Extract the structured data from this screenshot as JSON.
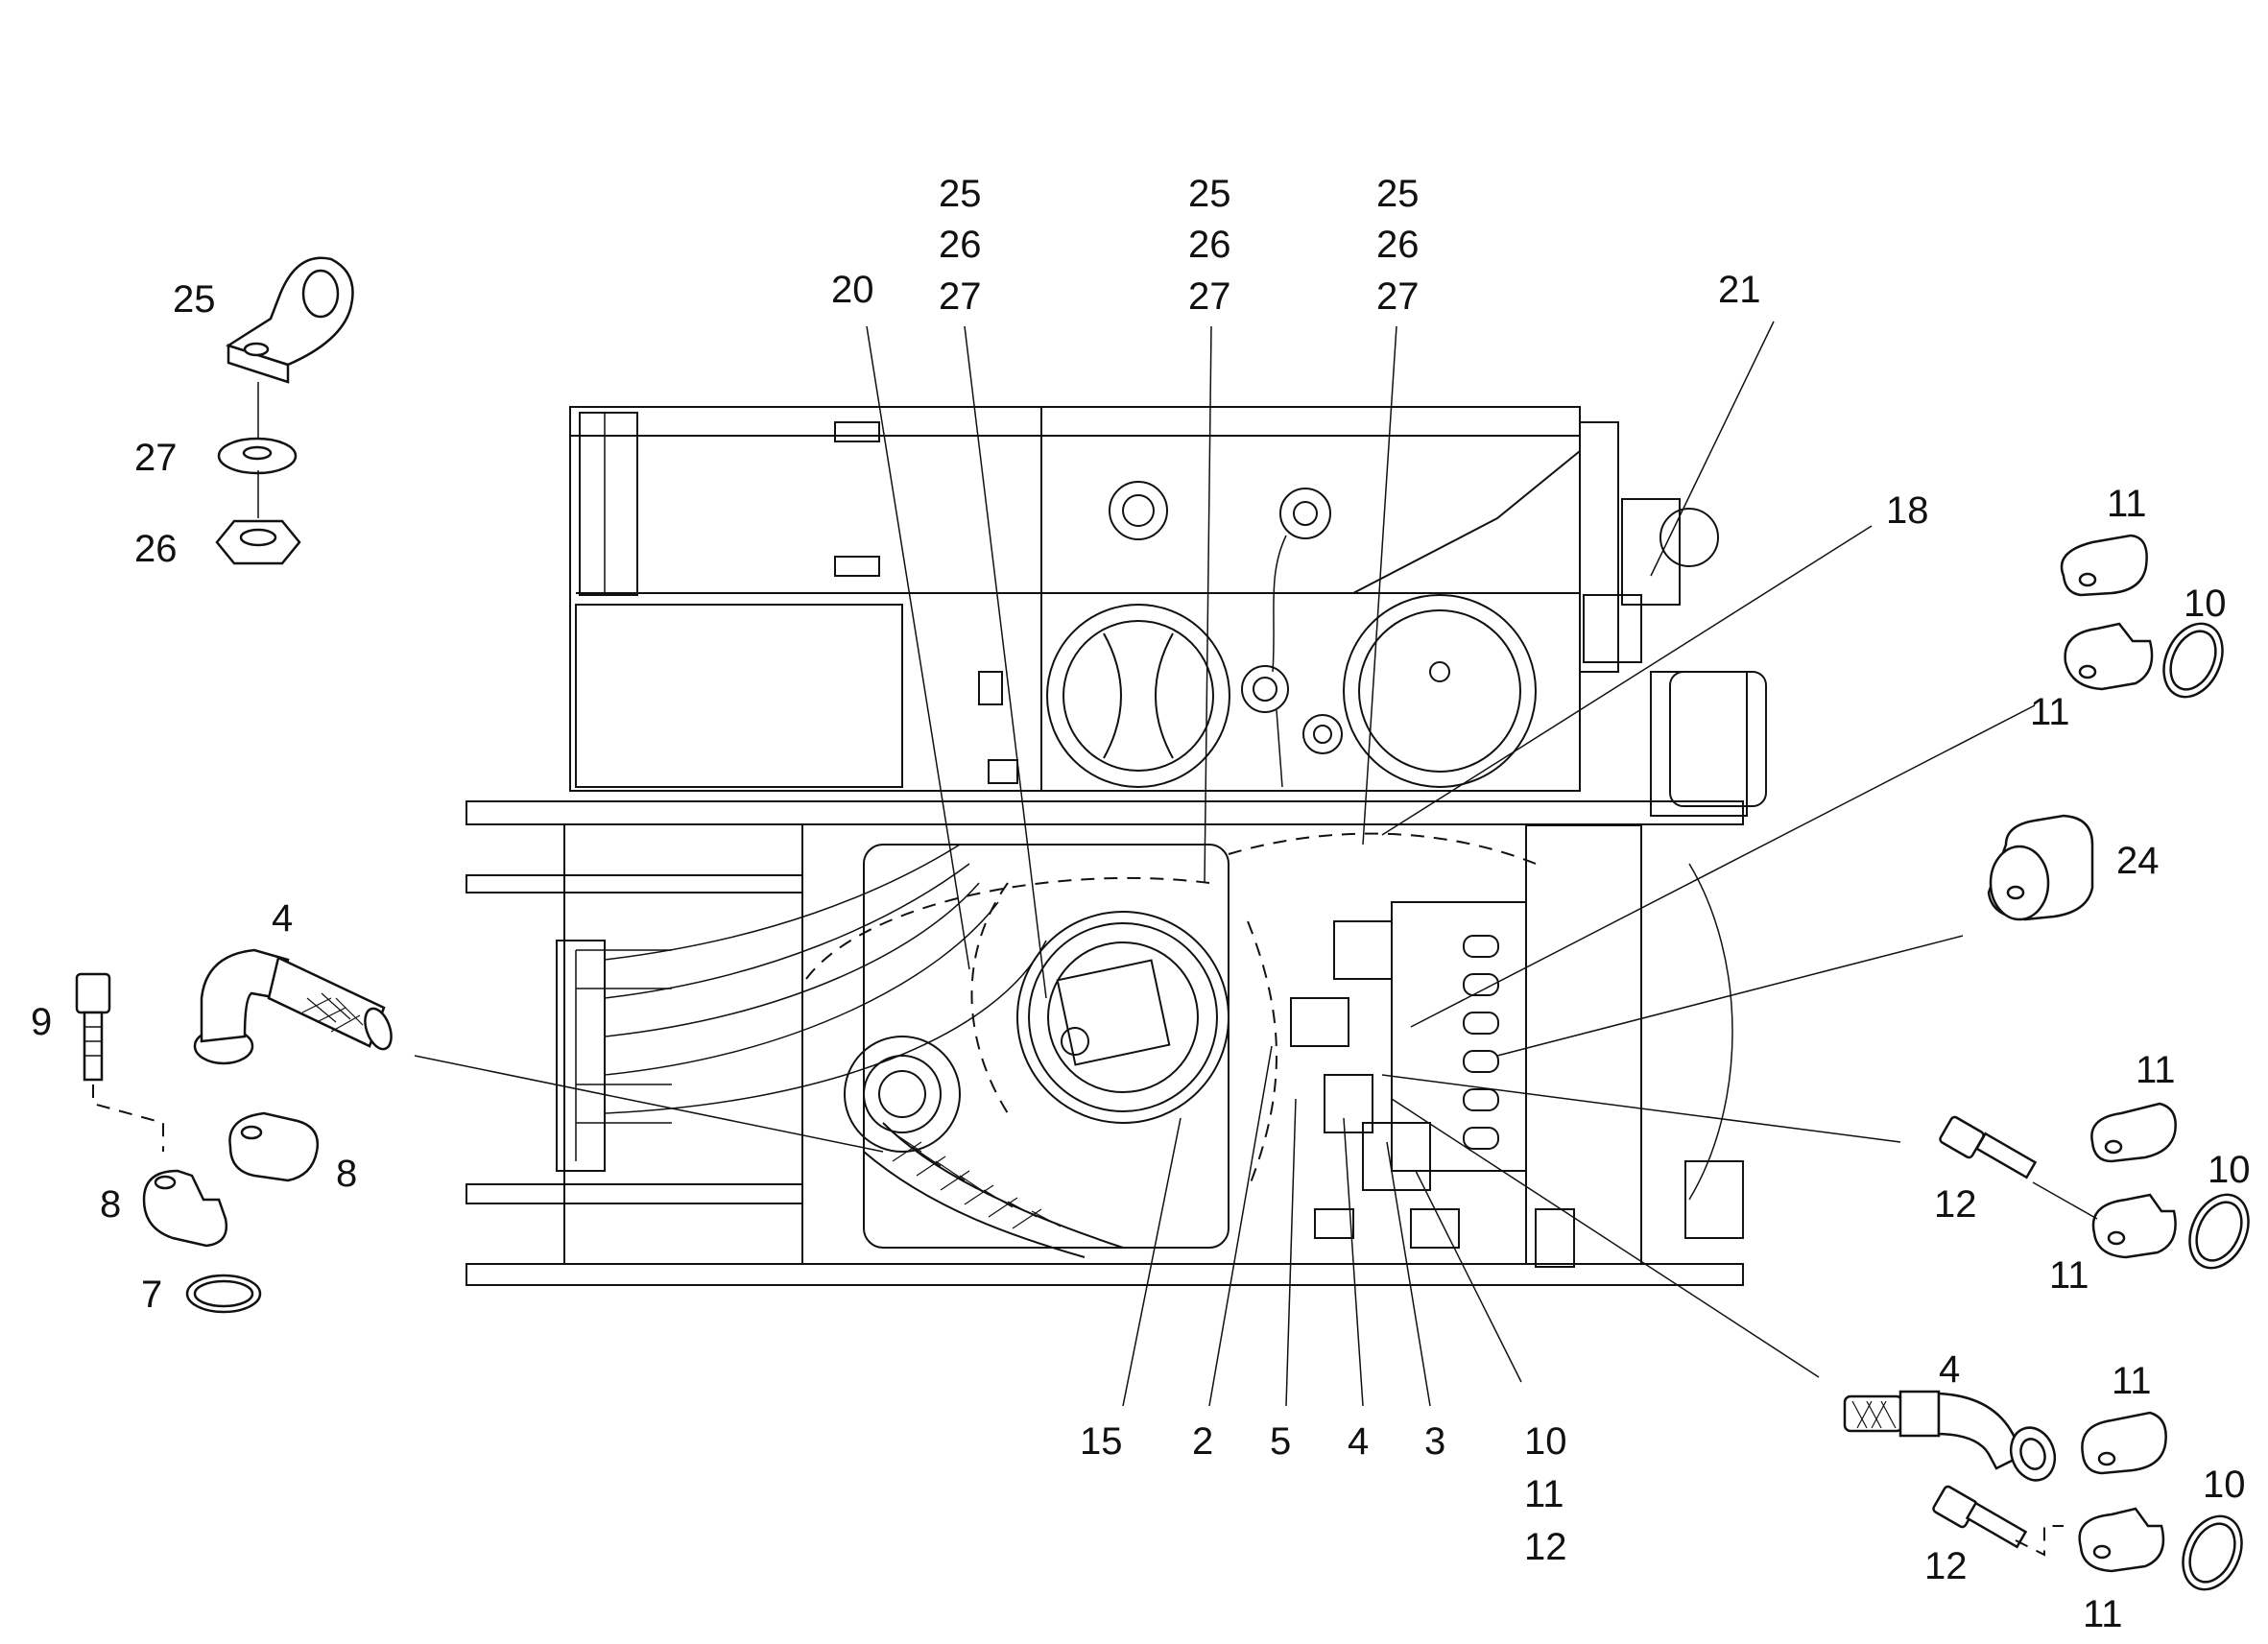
{
  "callouts": {
    "c25_tl": "25",
    "c27_tl": "27",
    "c26_tl": "26",
    "c4_left": "4",
    "c9": "9",
    "c8_a": "8",
    "c8_b": "8",
    "c7": "7",
    "c20": "20",
    "top_a": [
      "25",
      "26",
      "27"
    ],
    "top_b": [
      "25",
      "26",
      "27"
    ],
    "top_c": [
      "25",
      "26",
      "27"
    ],
    "c21": "21",
    "c18": "18",
    "c11_a": "11",
    "c10_a": "10",
    "c11_b": "11",
    "c24": "24",
    "c11_c": "11",
    "c10_b": "10",
    "c12_a": "12",
    "c11_d": "11",
    "c4_right": "4",
    "c11_e": "11",
    "c10_c": "10",
    "c12_b": "12",
    "c11_f": "11",
    "b15": "15",
    "b2": "2",
    "b5": "5",
    "b4": "4",
    "b3": "3",
    "b10_11_12": [
      "10",
      "11",
      "12"
    ]
  }
}
